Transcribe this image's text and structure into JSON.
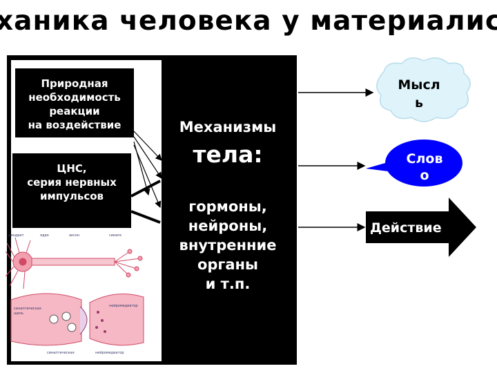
{
  "title": "ханика человека у материалист",
  "boxes": {
    "natural_necessity": "Природная\nнеобходимость\nреакции\nна воздействие",
    "cns": "ЦНС,\nсерия нервных\nимпульсов"
  },
  "mechanisms": {
    "title": "Механизмы",
    "subtitle": "тела:",
    "list": "гормоны,\nнейроны,\nвнутренние\nорганы\nи т.п."
  },
  "outputs": {
    "thought": "Мысл\nь",
    "word": "Слов\nо",
    "action": "Действие"
  },
  "illustration_labels": [
    "дендрит",
    "ядро",
    "аксон",
    "синапс",
    "синаптическая щель",
    "нейромедиатор"
  ],
  "colors": {
    "cloud": "#dff3fb",
    "speech": "#0000ff",
    "illustration": "#e0607a"
  }
}
